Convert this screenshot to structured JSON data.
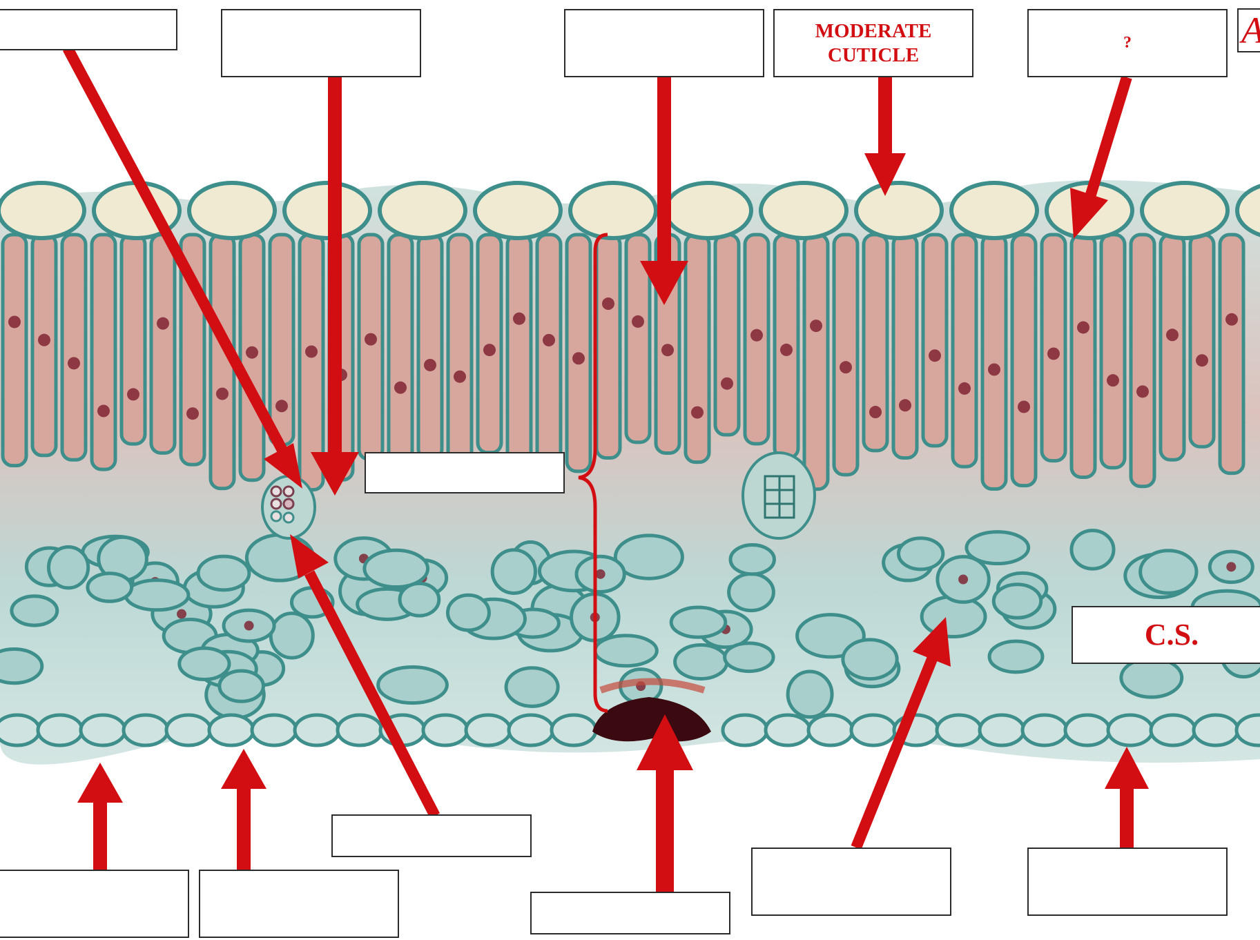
{
  "labels": {
    "moderate_cuticle": "MODERATE\nCUTICLE",
    "question": "?",
    "section": "C.S.",
    "corner_letter": "A"
  },
  "colors": {
    "arrow": "#d20e12",
    "upper_epidermis_fill": "#f1ead2",
    "cell_wall": "#3e8f8b",
    "palisade_fill": "#d7a79e",
    "spongy_fill": "#a8cfcb",
    "nucleus": "#7a1d2a"
  }
}
